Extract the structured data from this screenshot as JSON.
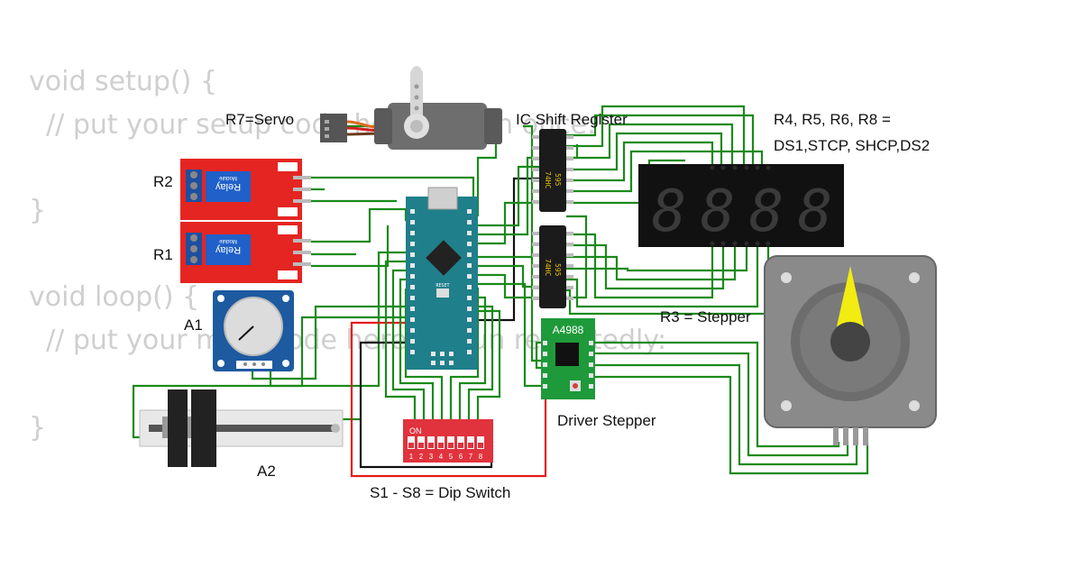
{
  "code": {
    "line1": "void setup() {",
    "line2": "  // put your setup code here, to run once:",
    "line3": "}",
    "line4": "void loop() {",
    "line5": "  // put your main code here, to run repeatedly:",
    "line6": "}"
  },
  "labels": {
    "servo": "R7=Servo",
    "shift_register": "IC Shift Register",
    "display_note_1": "R4, R5, R6, R8 =",
    "display_note_2": "DS1,STCP, SHCP,DS2",
    "relay2": "R2",
    "relay1": "R1",
    "pot": "A1",
    "slide_pot": "A2",
    "stepper": "R3 = Stepper",
    "driver": "Driver Stepper",
    "dip": "S1 - S8 = Dip Switch"
  },
  "components": {
    "relay_text": "Relay",
    "relay_module": "Module",
    "ic_top_1": "74HC",
    "ic_top_2": "595",
    "ic_bottom_1": "74HC",
    "ic_bottom_2": "595",
    "driver_chip": "A4988",
    "dip_on": "ON",
    "dip_numbers": [
      "1",
      "2",
      "3",
      "4",
      "5",
      "6",
      "7",
      "8"
    ],
    "display_digits": [
      "8",
      "8",
      "8",
      "8"
    ],
    "reset": "RESET"
  },
  "colors": {
    "wire_green": "#1a8a1a",
    "wire_red": "#e21c1c",
    "relay_red": "#e52521",
    "arduino_teal": "#1f7f8a",
    "driver_green": "#1e9a3a",
    "dip_red": "#e0333d",
    "pot_blue": "#1d5aa0"
  }
}
